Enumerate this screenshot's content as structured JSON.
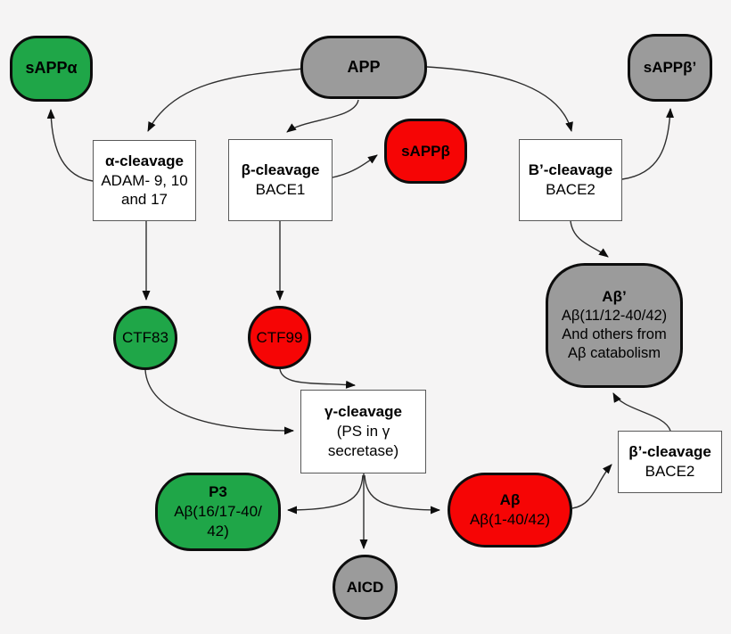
{
  "title": "APP cleavage pathways diagram",
  "colors": {
    "background": "#f5f4f4",
    "green": "#1fa648",
    "red": "#f60505",
    "gray": "#9b9b9b",
    "box_border": "#595959",
    "arrow": "#2f2f2f"
  },
  "nodes": {
    "sappa": {
      "label": "sAPPα"
    },
    "app": {
      "label": "APP"
    },
    "sappb_prime": {
      "label": "sAPPβ’"
    },
    "alpha_cleavage": {
      "lines": [
        "α-cleavage",
        "ADAM- 9, 10",
        "and 17"
      ]
    },
    "beta_cleavage": {
      "lines": [
        "β-cleavage",
        "BACE1"
      ]
    },
    "sappb": {
      "label": "sAPPβ"
    },
    "b_prime_cleavage": {
      "lines": [
        "B’-cleavage",
        "BACE2"
      ]
    },
    "ctf83": {
      "label": "CTF83"
    },
    "ctf99": {
      "label": "CTF99"
    },
    "abeta_prime": {
      "lines": [
        "Aβ’",
        "Aβ(11/12-40/42)",
        "And others from",
        "Aβ catabolism"
      ]
    },
    "gamma_cleavage": {
      "lines": [
        "γ-cleavage",
        "(PS in γ",
        "secretase)"
      ]
    },
    "p3": {
      "lines": [
        "P3",
        "Aβ(16/17-40/",
        "42)"
      ]
    },
    "abeta": {
      "lines": [
        "Aβ",
        "Aβ(1-40/42)"
      ]
    },
    "beta_prime_cleavage_2": {
      "lines": [
        "β’-cleavage",
        "BACE2"
      ]
    },
    "aicd": {
      "label": "AICD"
    }
  },
  "edges": [
    {
      "from": "APP",
      "to": "α-cleavage"
    },
    {
      "from": "APP",
      "to": "β-cleavage"
    },
    {
      "from": "APP",
      "to": "B’-cleavage"
    },
    {
      "from": "α-cleavage",
      "to": "sAPPα"
    },
    {
      "from": "β-cleavage",
      "to": "sAPPβ"
    },
    {
      "from": "B’-cleavage",
      "to": "sAPPβ’"
    },
    {
      "from": "α-cleavage",
      "to": "CTF83"
    },
    {
      "from": "β-cleavage",
      "to": "CTF99"
    },
    {
      "from": "B’-cleavage",
      "to": "Aβ’"
    },
    {
      "from": "CTF83",
      "to": "γ-cleavage"
    },
    {
      "from": "CTF99",
      "to": "γ-cleavage"
    },
    {
      "from": "γ-cleavage",
      "to": "P3"
    },
    {
      "from": "γ-cleavage",
      "to": "AICD"
    },
    {
      "from": "γ-cleavage",
      "to": "Aβ"
    },
    {
      "from": "Aβ",
      "to": "β’-cleavage"
    },
    {
      "from": "β’-cleavage",
      "to": "Aβ’"
    }
  ]
}
